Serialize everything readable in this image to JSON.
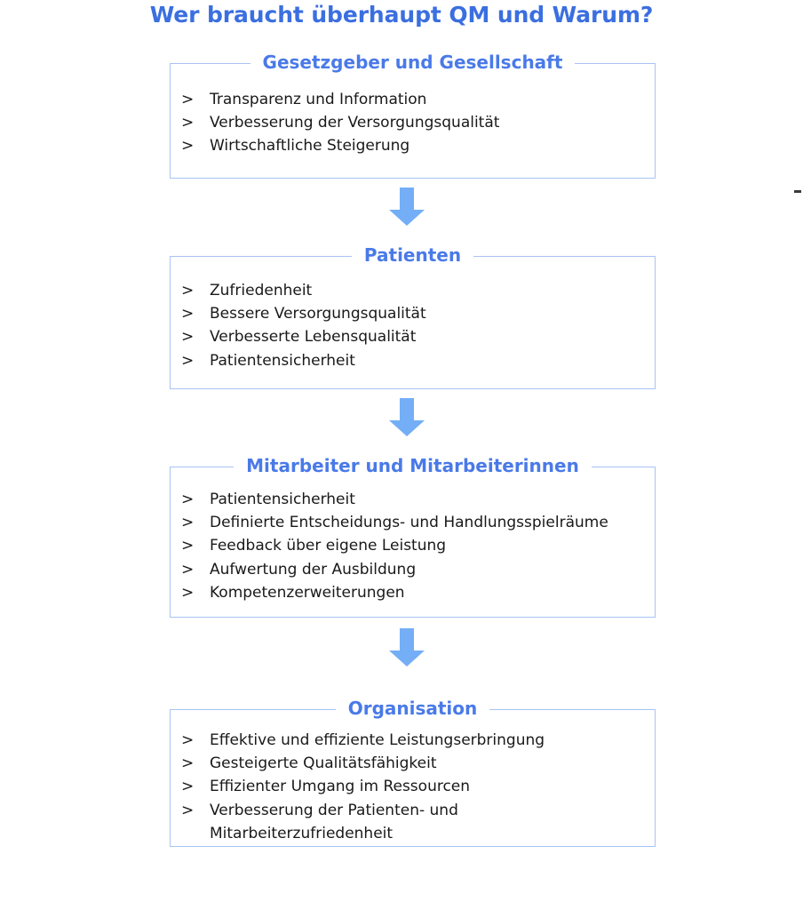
{
  "slide": {
    "title": "Wer braucht überhaupt QM und Warum?",
    "title_color": "#3b6fe0",
    "header_color": "#4a7ae8",
    "border_color": "#a8c4f2",
    "arrow_color": "#74aef7",
    "text_color": "#191919",
    "background": "#ffffff",
    "bullet_glyph": ">"
  },
  "boxes": [
    {
      "header": "Gesetzgeber und Gesellschaft",
      "items": [
        "Transparenz und Information",
        "Verbesserung der Versorgungsqualität",
        "Wirtschaftliche Steigerung"
      ]
    },
    {
      "header": "Patienten",
      "items": [
        "Zufriedenheit",
        "Bessere Versorgungsqualität",
        "Verbesserte Lebensqualität",
        "Patientensicherheit"
      ]
    },
    {
      "header": "Mitarbeiter und Mitarbeiterinnen",
      "items": [
        "Patientensicherheit",
        "Definierte Entscheidungs- und Handlungsspielräume",
        "Feedback über eigene Leistung",
        "Aufwertung der Ausbildung",
        "Kompetenzerweiterungen"
      ]
    },
    {
      "header": "Organisation",
      "items": [
        "Effektive und effiziente Leistungserbringung",
        "Gesteigerte Qualitätsfähigkeit",
        "Effizienter Umgang im Ressourcen",
        "Verbesserung der Patienten- und Mitarbeiterzufriedenheit"
      ]
    }
  ],
  "arrows": [
    {
      "name": "arrow-gesetzgeber-to-patienten",
      "direction": "down"
    },
    {
      "name": "arrow-patienten-to-mitarbeiter",
      "direction": "down"
    },
    {
      "name": "arrow-mitarbeiter-to-organisation",
      "direction": "down"
    }
  ]
}
